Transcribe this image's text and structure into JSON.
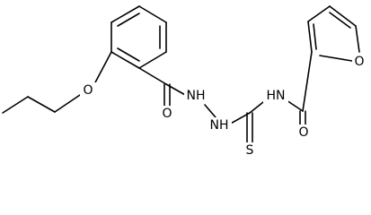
{
  "structure": {
    "atom_labels": {
      "ether_o": "O",
      "amide1_o": "O",
      "nh1": "NH",
      "nh2": "NH",
      "nh3": "HN",
      "thione_s": "S",
      "amide2_o": "O",
      "furan_o": "O"
    }
  }
}
